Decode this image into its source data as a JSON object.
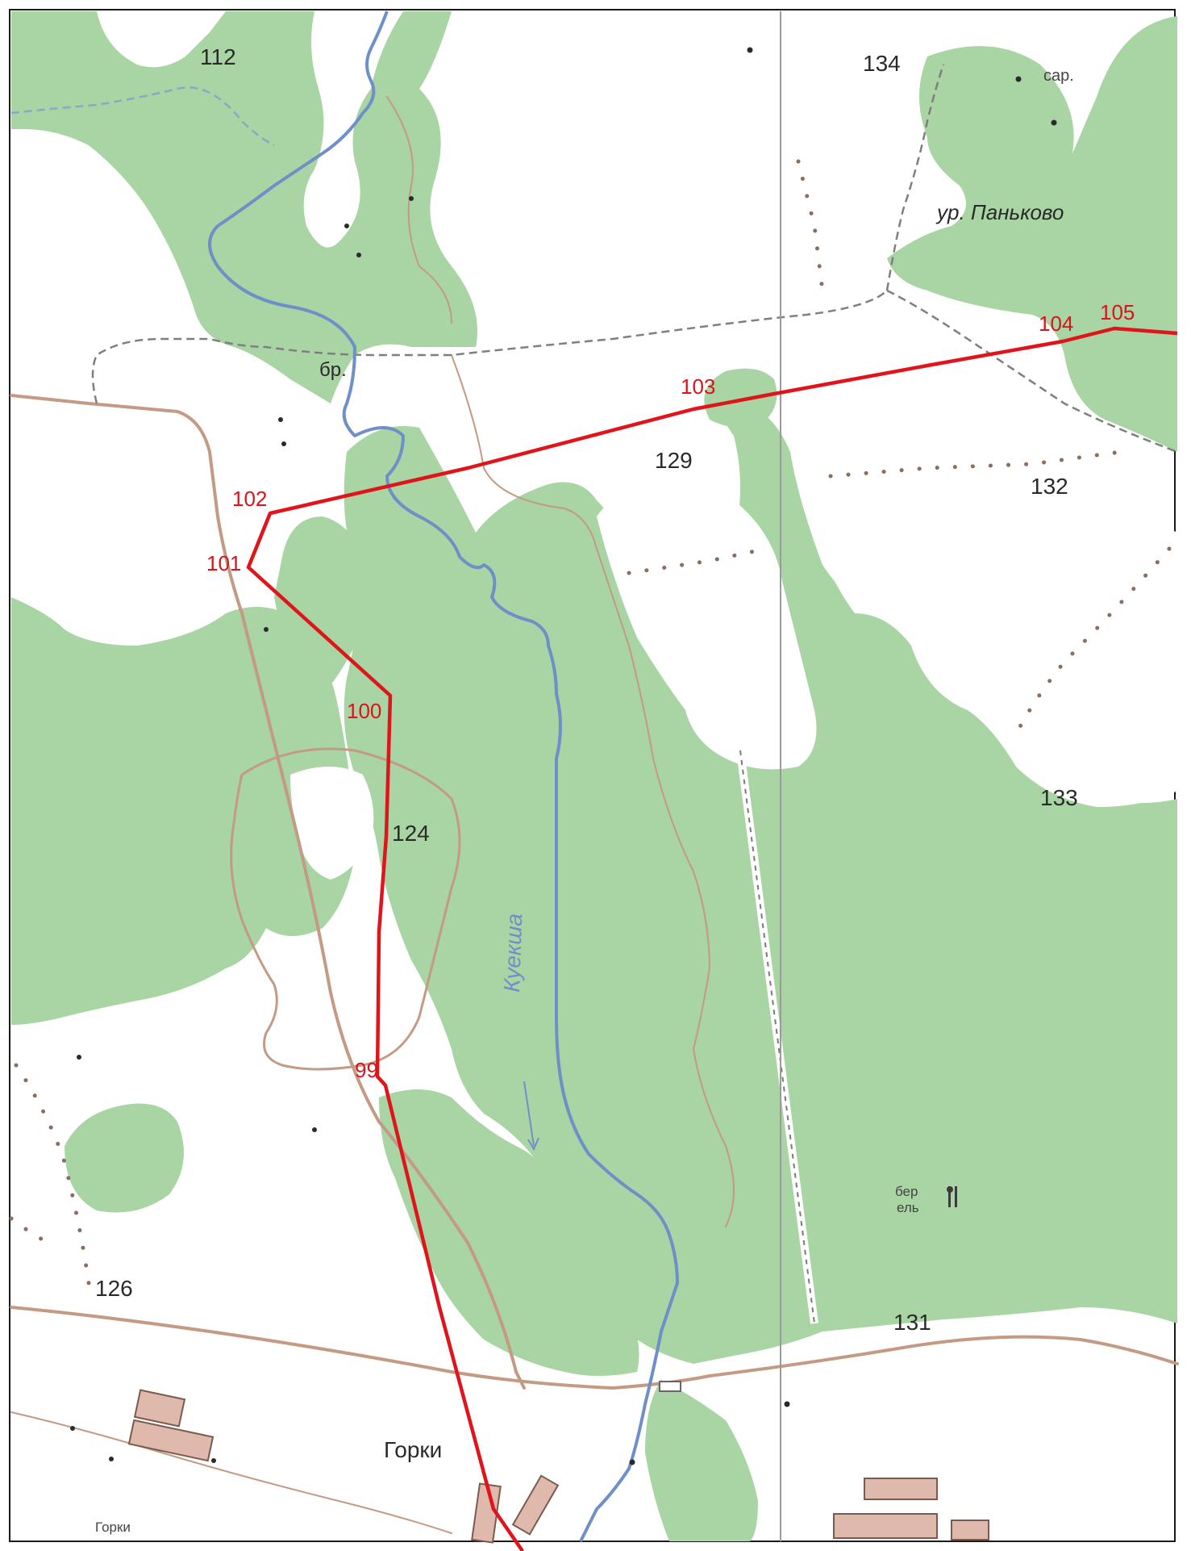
{
  "map": {
    "quarter_labels": [
      {
        "id": "q112",
        "text": "112"
      },
      {
        "id": "q134",
        "text": "134"
      },
      {
        "id": "q129",
        "text": "129"
      },
      {
        "id": "q132",
        "text": "132"
      },
      {
        "id": "q124",
        "text": "124"
      },
      {
        "id": "q133",
        "text": "133"
      },
      {
        "id": "q126",
        "text": "126"
      },
      {
        "id": "q131",
        "text": "131"
      }
    ],
    "boundary_points": [
      {
        "id": "p99",
        "text": "99"
      },
      {
        "id": "p100",
        "text": "100"
      },
      {
        "id": "p101",
        "text": "101"
      },
      {
        "id": "p102",
        "text": "102"
      },
      {
        "id": "p103",
        "text": "103"
      },
      {
        "id": "p104",
        "text": "104"
      },
      {
        "id": "p105",
        "text": "105"
      }
    ],
    "place_names": {
      "locality": "ур. Паньково",
      "village": "Горки",
      "village_small": "Горки",
      "shed": "сар.",
      "ford": "бр."
    },
    "river_name": "Куекша",
    "forest_note": {
      "line1": "бер",
      "line2": "ель"
    },
    "colors": {
      "forest": "#a9d4a3",
      "open_land": "#ffffff",
      "river": "#6f8fc9",
      "boundary": "#e0141b",
      "road": "#c49a84",
      "building": "#dfb9ab"
    }
  }
}
